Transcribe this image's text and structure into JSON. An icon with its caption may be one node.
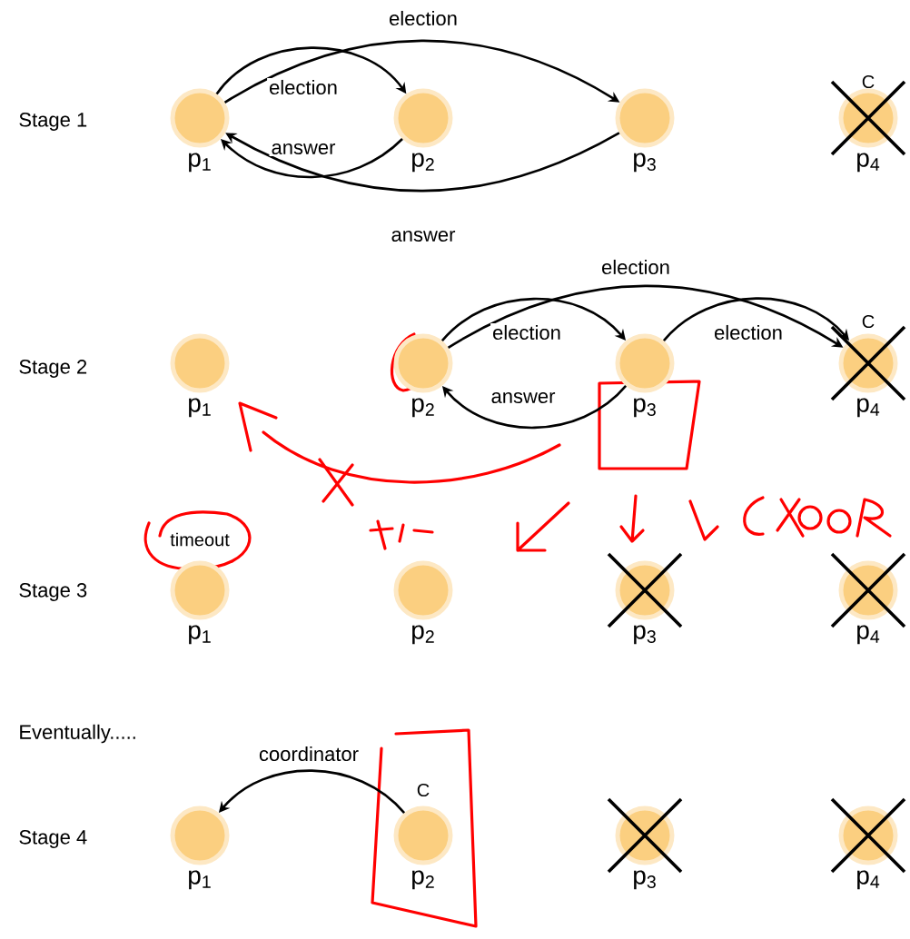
{
  "diagram": {
    "nodes": [
      {
        "text": [
          "p$_{1}$"
        ]
      },
      {
        "text": [
          "p$_{2}$"
        ]
      },
      {
        "text": [
          "p$_{3}$"
        ]
      },
      {
        "text": [
          "p$_{4}$"
        ],
        "beside": [
          "C"
        ]
      },
      {
        "text": [
          "p$_{1}$"
        ]
      },
      {
        "text": [
          "p$_{2}$"
        ]
      },
      {
        "text": [
          "p$_{3}$"
        ]
      },
      {
        "text": [
          "p$_{4}$"
        ],
        "beside": [
          "C"
        ]
      },
      {
        "text": [
          "p$_{1}$"
        ],
        "beside": [
          "timeout"
        ]
      },
      {
        "text": [
          "p$_{2}$"
        ]
      },
      {
        "text": [
          "p$_{3}$"
        ]
      },
      {
        "text": [
          "p$_{4}$"
        ]
      },
      {
        "text": [
          "p$_{1}$"
        ]
      },
      {
        "text": [
          "p$_{2}$"
        ],
        "beside": [
          "C"
        ]
      },
      {
        "text": [
          "p$_{3}$"
        ]
      },
      {
        "text": [
          "p$_{4}$"
        ]
      }
    ],
    "edges": [
      {
        "from": 0,
        "to": 1,
        "arrow": "to",
        "label": "election"
      },
      {
        "from": 0,
        "to": 2,
        "arrow": "to",
        "label": "election"
      },
      {
        "from": 1,
        "to": 0,
        "arrow": "to",
        "label": "answer"
      },
      {
        "from": 2,
        "to": 0,
        "arrow": "to",
        "label": "answer"
      },
      {
        "from": 5,
        "to": 6,
        "arrow": "to",
        "label": "election"
      },
      {
        "from": 5,
        "to": 7,
        "arrow": "to",
        "label": "election"
      },
      {
        "from": 6,
        "to": 7,
        "arrow": "to",
        "label": "election"
      },
      {
        "from": 6,
        "to": 5,
        "arrow": "to",
        "label": "answer"
      },
      {
        "from": 13,
        "to": 12,
        "arrow": "to",
        "label": "coordinator"
      }
    ],
    "labels": [
      "Stage 1",
      "Stage 2",
      "Stage 3",
      "Eventually.....",
      "Stage 4"
    ]
  }
}
